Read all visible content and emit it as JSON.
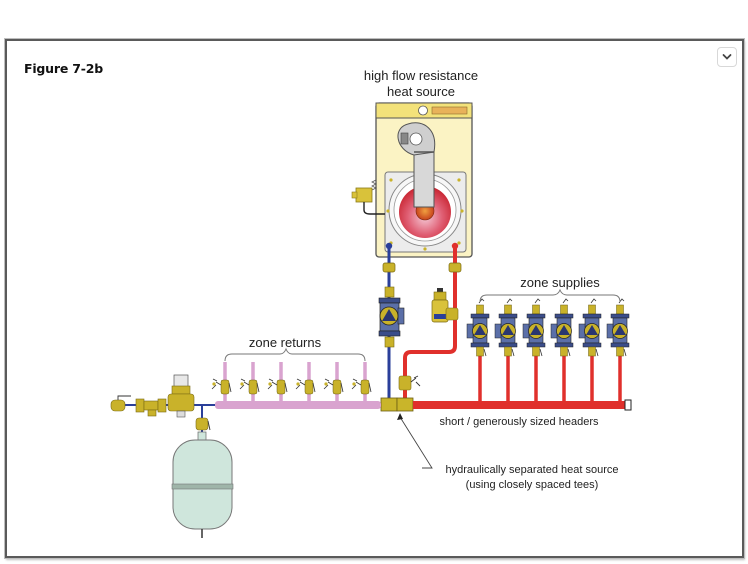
{
  "figure": {
    "title": "Figure 7-2b",
    "menu_icon": "chevron-down-icon"
  },
  "labels": {
    "heat_source_line1": "high flow resistance",
    "heat_source_line2": "heat source",
    "zone_supplies": "zone supplies",
    "zone_returns": "zone returns",
    "headers": "short / generously sized headers",
    "callout_line1": "hydraulically separated heat source",
    "callout_line2": "(using closely spaced tees)"
  },
  "components": {
    "zone_supply_circulators": 6,
    "zone_return_valves": 6
  },
  "colors": {
    "supply": "#e0302c",
    "return_primary": "#2a3f9a",
    "return_header": "#d9a3cf",
    "brass": "#c9b22a",
    "boiler_body": "#fbf3c4",
    "expansion_tank": "#cfe6dc",
    "circulator": "#5b6fa8"
  }
}
